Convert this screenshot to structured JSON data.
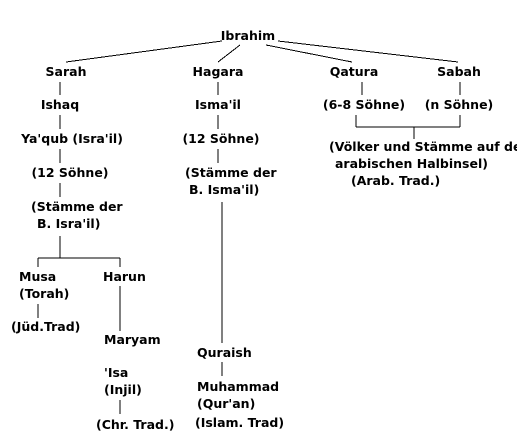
{
  "colors": {
    "text": "#000000",
    "line": "#000000",
    "background": "#ffffff"
  },
  "nodes": {
    "ibrahim": "Ibrahim",
    "sarah": "Sarah",
    "hagara": "Hagara",
    "qatura": "Qatura",
    "sabah": "Sabah",
    "ishaq": "Ishaq",
    "yaqub": "Ya'qub (Isra'il)",
    "sarah_sons": "(12 Söhne)",
    "israil_tribes_1": "(Stämme der",
    "israil_tribes_2": "B. Isra'il)",
    "musa": "Musa",
    "torah": "(Torah)",
    "jued_trad": "(Jüd.Trad)",
    "harun": "Harun",
    "maryam": "Maryam",
    "isa": "'Isa",
    "injil": "(Injil)",
    "chr_trad": "(Chr. Trad.)",
    "ismail": "Isma'il",
    "hagara_sons": "(12 Söhne)",
    "ismail_tribes_1": "(Stämme der",
    "ismail_tribes_2": "B. Isma'il)",
    "quraish": "Quraish",
    "muhammad": "Muhammad",
    "quran": "(Qur'an)",
    "islam_trad": "(Islam. Trad)",
    "qatura_sons": "(6-8 Söhne)",
    "sabah_sons": "(n Söhne)",
    "arab_1": "(Völker und Stämme auf der",
    "arab_2": "arabischen Halbinsel)",
    "arab_trad": "(Arab. Trad.)"
  }
}
